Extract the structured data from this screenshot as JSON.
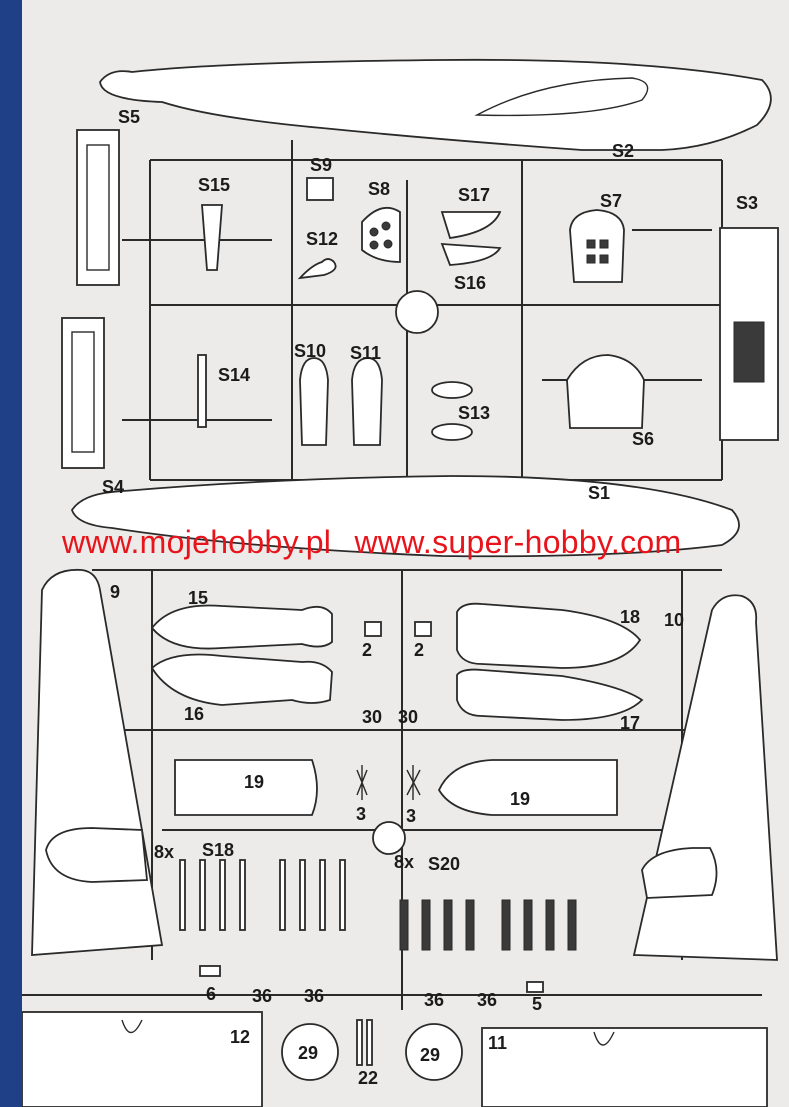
{
  "sheet": {
    "watermark": {
      "url_1": "www.mojehobby.pl",
      "url_2": "www.super-hobby.com",
      "color": "#e8141b"
    },
    "background_color": "#1f3f86",
    "paper_color": "#ecebe9"
  },
  "parts": {
    "S1": "S1",
    "S2": "S2",
    "S3": "S3",
    "S4": "S4",
    "S5": "S5",
    "S6": "S6",
    "S7": "S7",
    "S8": "S8",
    "S9": "S9",
    "S10": "S10",
    "S11": "S11",
    "S12": "S12",
    "S13": "S13",
    "S14": "S14",
    "S15": "S15",
    "S16": "S16",
    "S17": "S17",
    "S18": "S18",
    "S20": "S20",
    "p2": "2",
    "p3": "3",
    "p5": "5",
    "p6": "6",
    "p9": "9",
    "p10": "10",
    "p11": "11",
    "p12": "12",
    "p15": "15",
    "p16": "16",
    "p17": "17",
    "p18": "18",
    "p19": "19",
    "p22": "22",
    "p29": "29",
    "p30": "30",
    "p36": "36",
    "qty_8x": "8x"
  }
}
